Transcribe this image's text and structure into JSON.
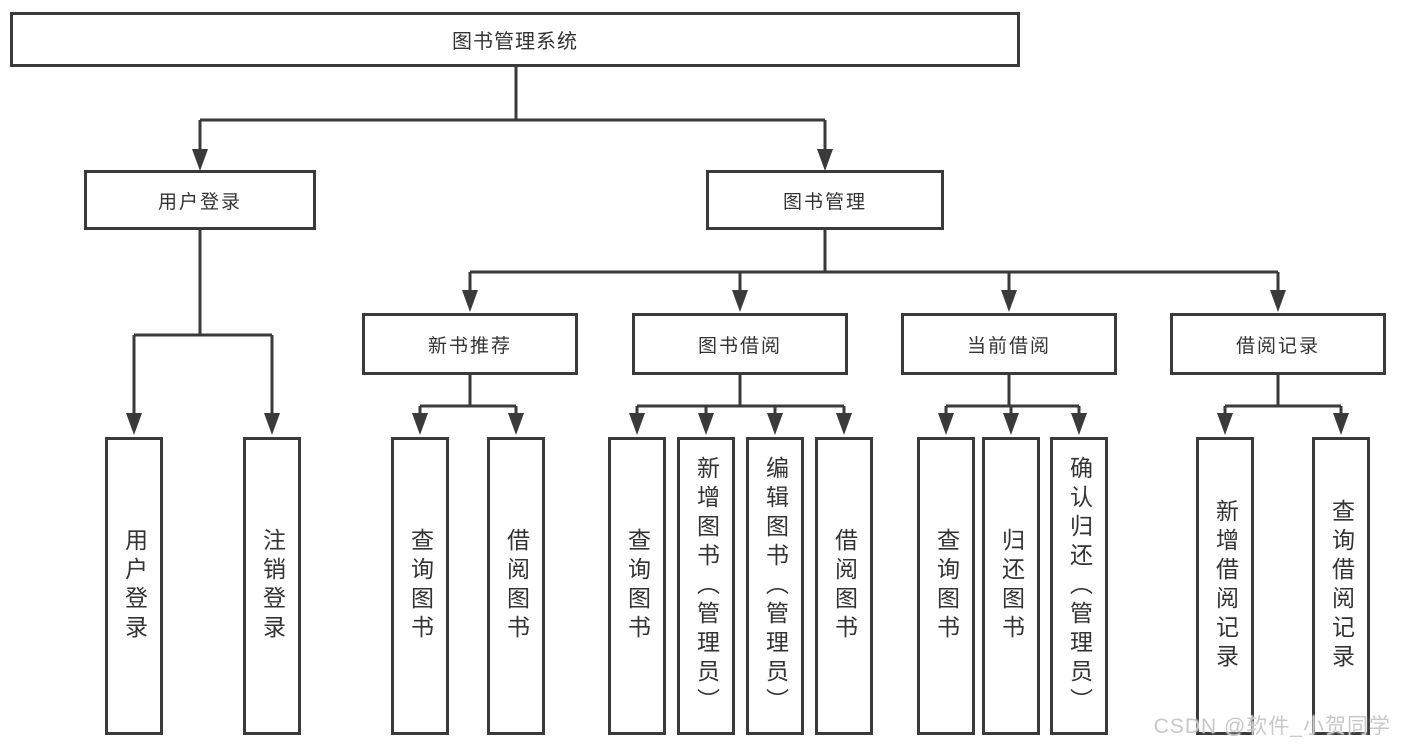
{
  "diagram": {
    "title": "图书管理系统",
    "branches": [
      {
        "label": "用户登录",
        "children": [
          "用户登录",
          "注销登录"
        ]
      },
      {
        "label": "图书管理",
        "groups": [
          {
            "label": "新书推荐",
            "children": [
              "查询图书",
              "借阅图书"
            ]
          },
          {
            "label": "图书借阅",
            "children": [
              "查询图书",
              "新增图书（管理员）",
              "编辑图书（管理员）",
              "借阅图书"
            ]
          },
          {
            "label": "当前借阅",
            "children": [
              "查询图书",
              "归还图书",
              "确认归还（管理员）"
            ]
          },
          {
            "label": "借阅记录",
            "children": [
              "新增借阅记录",
              "查询借阅记录"
            ]
          }
        ]
      }
    ]
  },
  "watermark": "CSDN @软件_小贺同学",
  "colors": {
    "line": "#3a3a3a",
    "border": "#3a3a3a",
    "text": "#333333",
    "watermark_text": "#c8c8c8",
    "background": "#ffffff"
  }
}
